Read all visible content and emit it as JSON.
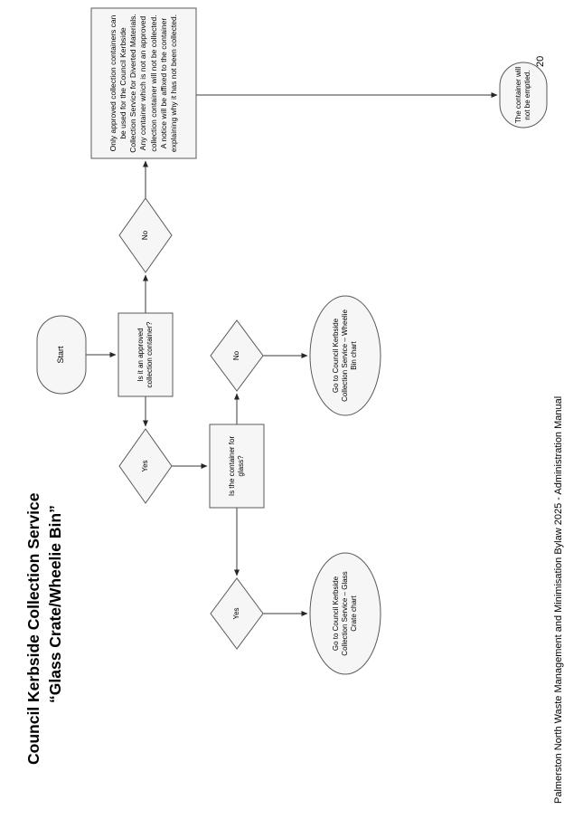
{
  "page": {
    "title_line1": "Council Kerbside Collection Service",
    "title_line2": "“Glass Crate/Wheelie Bin”",
    "footer": "Palmerston North Waste Management and Minimisation Bylaw 2025 - Administration Manual",
    "page_number": "20"
  },
  "flowchart": {
    "start_label": "Start",
    "q_approved": "Is it an approved collection container?",
    "no_branch_1": "No",
    "yes_branch_1": "Yes",
    "info_box": "Only approved collection containers can be used for the Council Kerbside Collection Service for Diverted Materials. Any container which is not an approved collection container will not be collected. A notice will be affixed to the container explaining why it has not been collected.",
    "not_emptied": "The container will not be emptied.",
    "q_glass": "Is the container for glass?",
    "no_branch_2": "No",
    "yes_branch_2": "Yes",
    "goto_wheelie": "Go to Council Kerbside Collection Service – Wheelie Bin chart",
    "goto_glass": "Go to Council Kerbside Collection Service – Glass Crate chart"
  }
}
